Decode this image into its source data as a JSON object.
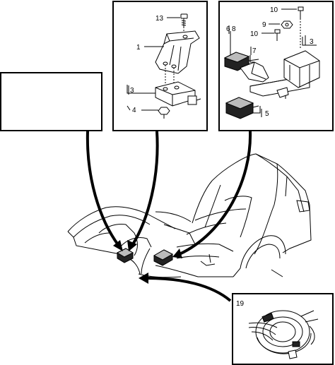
{
  "callouts": {
    "p13": "13",
    "p1": "1",
    "p3_left": "3",
    "p4": "4",
    "p10_top": "10",
    "p9": "9",
    "p10_mid": "10",
    "p6": "6",
    "p8": "8",
    "p7": "7",
    "p3_right": "3",
    "p5": "5",
    "p19": "19"
  },
  "icons": {
    "curved_arrow": "curved-pointer-arrow",
    "car": "car-cutaway-outline",
    "sensor": "crash-sensor",
    "clock_spring": "clock-spring-contact-reel"
  }
}
